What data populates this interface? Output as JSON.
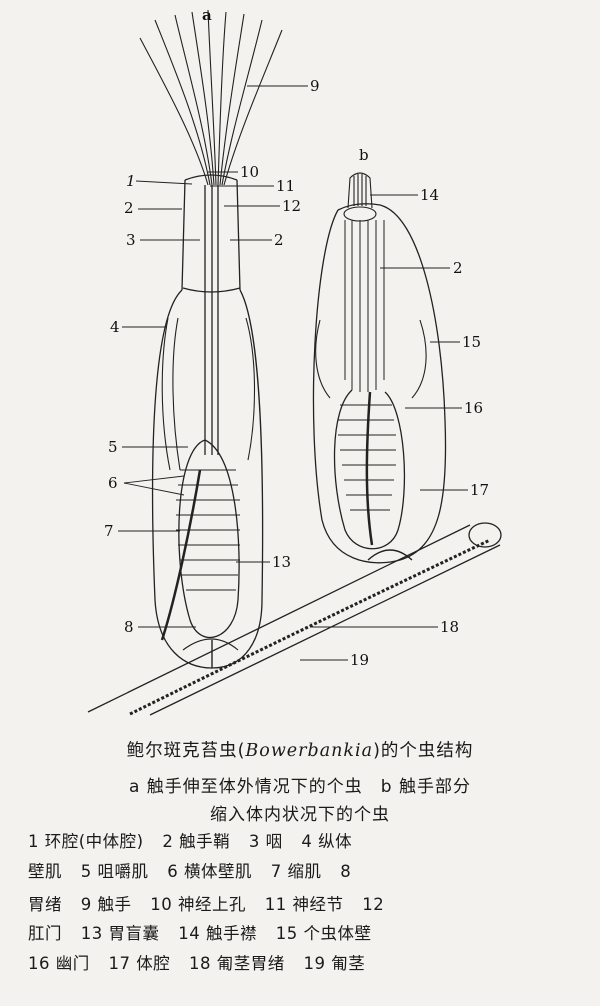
{
  "figure": {
    "panel_a": "a",
    "panel_b": "b",
    "labels_a": {
      "l1": "1",
      "l2a": "2",
      "l2b": "2",
      "l3": "3",
      "l4": "4",
      "l5": "5",
      "l6": "6",
      "l7": "7",
      "l8": "8",
      "l9": "9",
      "l10": "10",
      "l11": "11",
      "l12": "12",
      "l13": "13"
    },
    "labels_b": {
      "l14": "14",
      "l2": "2",
      "l15": "15",
      "l16": "16",
      "l17": "17",
      "l18": "18",
      "l19": "19"
    }
  },
  "caption": {
    "title_pre": "鲍尔斑克苔虫(",
    "title_latin": "Bowerbankia",
    "title_post": ")的个虫结构",
    "sub_line1": "a 触手伸至体外情况下的个虫　b 触手部分",
    "sub_line2": "缩入体内状况下的个虫"
  },
  "legend": {
    "i1": "1 环腔(中体腔)",
    "i2": "2 触手鞘",
    "i3": "3 咽",
    "i4a": "4 纵体",
    "i4b": "壁肌",
    "i5": "5 咀嚼肌",
    "i6": "6 横体壁肌",
    "i7": "7 缩肌",
    "i8a": "8",
    "i8b": "胃绪",
    "i9": "9 触手",
    "i10": "10 神经上孔",
    "i11": "11 神经节",
    "i12a": "12",
    "i12b": "肛门",
    "i13": "13 胃盲囊",
    "i14": "14 触手襟",
    "i15": "15 个虫体壁",
    "i16": "16 幽门",
    "i17": "17 体腔",
    "i18": "18 匍茎胃绪",
    "i19": "19 匍茎"
  }
}
